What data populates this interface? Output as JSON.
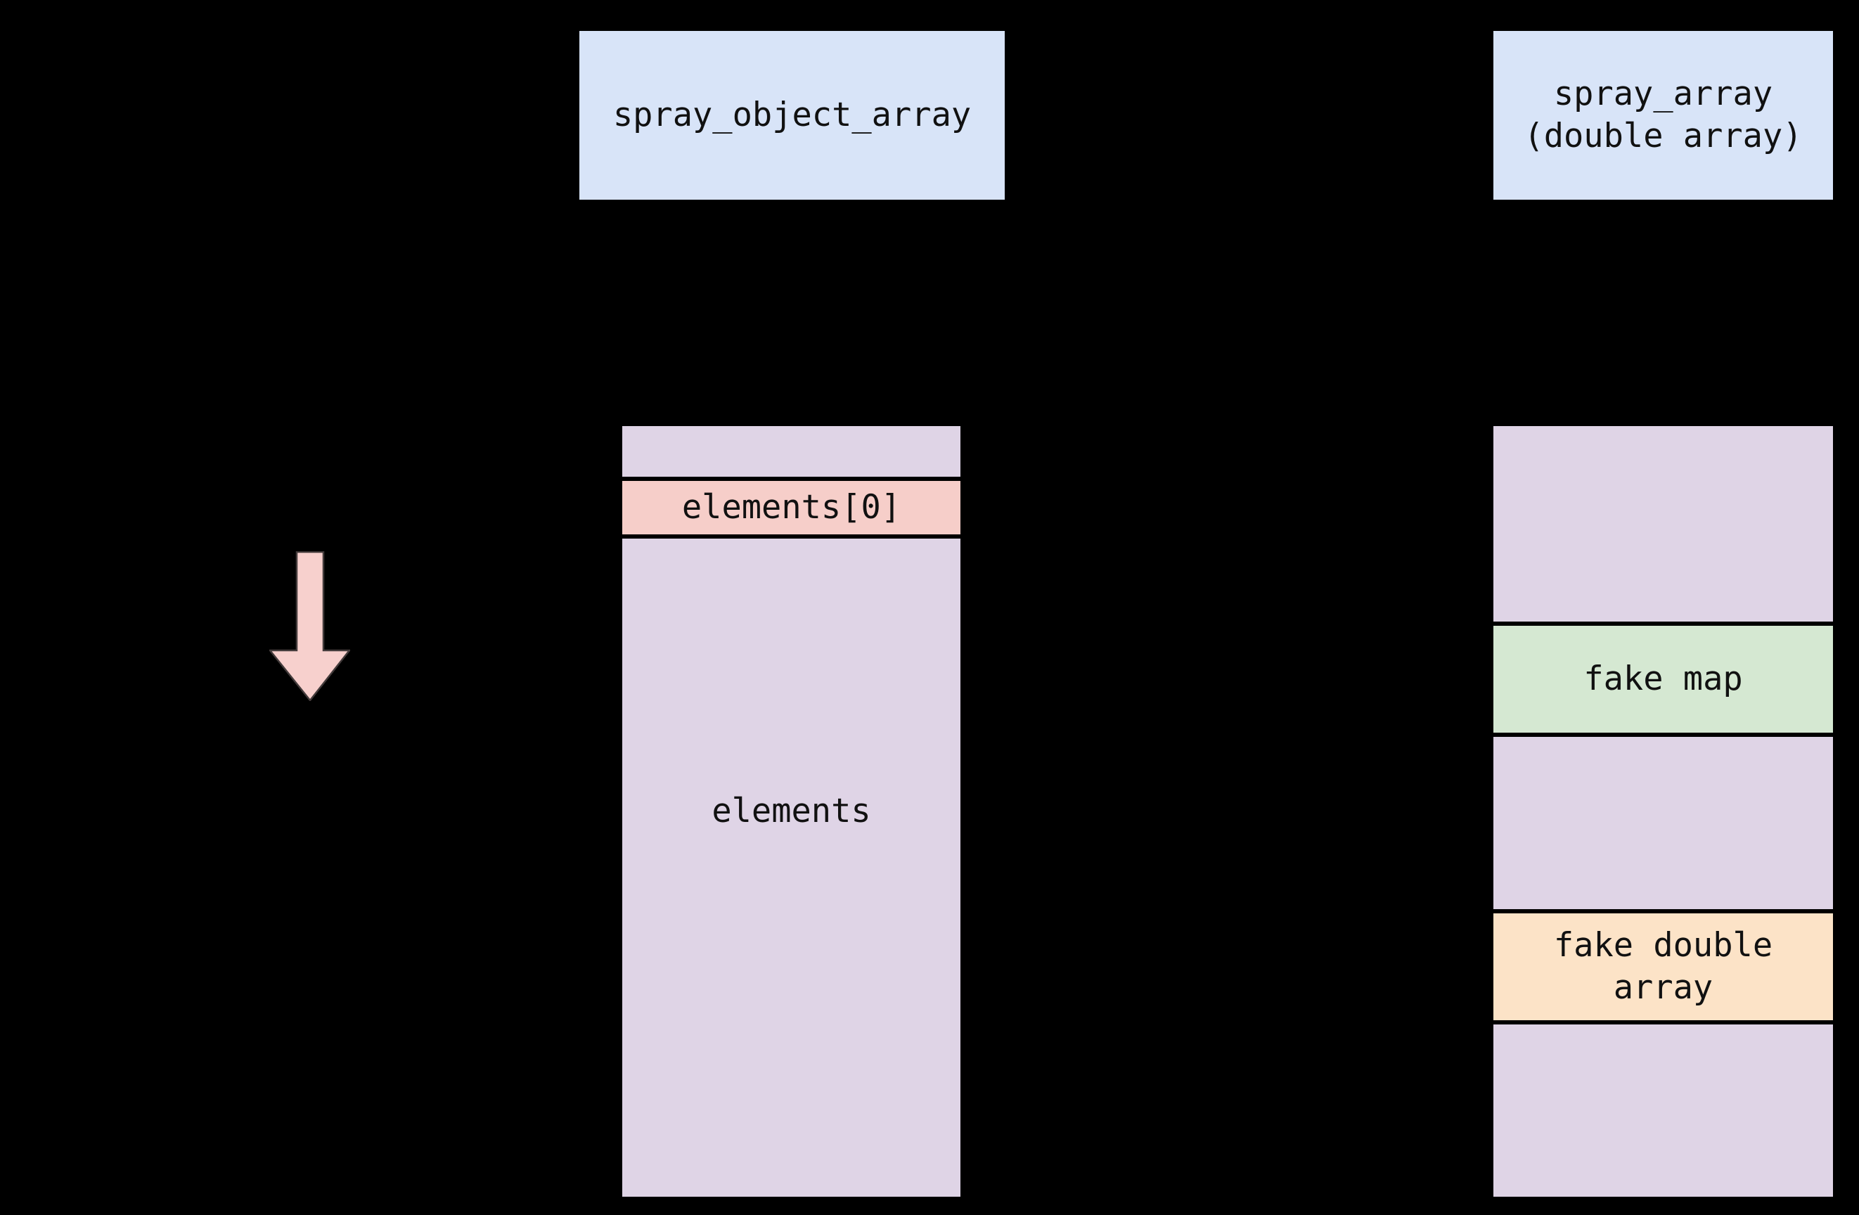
{
  "canvas": {
    "background": "#000000",
    "text_color": "#111111"
  },
  "columns": [
    {
      "id": "spray_object_array",
      "header": {
        "label": "spray_object_array",
        "fill": "#d8e4f8"
      },
      "cells": [
        {
          "label": "elements[0]",
          "fill": "#f6cec9"
        },
        {
          "label": "elements",
          "fill": "#dfd4e6"
        }
      ]
    },
    {
      "id": "spray_array",
      "header": {
        "label": "spray_array (double array)",
        "fill": "#d8e4f8"
      },
      "cells": [
        {
          "label": "",
          "fill": "#dfd4e6"
        },
        {
          "label": "fake map",
          "fill": "#d5e8d2"
        },
        {
          "label": "",
          "fill": "#dfd4e6"
        },
        {
          "label": "fake double array",
          "fill": "#fce3c7"
        },
        {
          "label": "",
          "fill": "#dfd4e6"
        }
      ]
    }
  ],
  "arrow": {
    "direction": "down",
    "fill": "#f7d0cd",
    "stroke": "#433b3b"
  }
}
